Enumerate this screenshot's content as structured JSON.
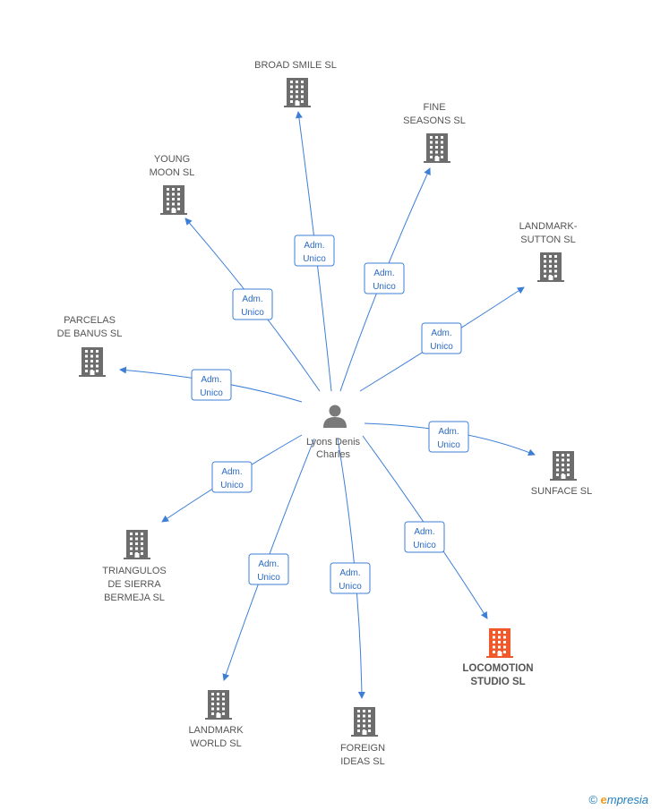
{
  "center": {
    "name_lines": [
      "Lyons Denis",
      "Charles"
    ],
    "icon": "person-icon"
  },
  "companies": [
    {
      "id": "broad-smile",
      "lines": [
        "BROAD SMILE SL"
      ],
      "role_lines": [
        "Adm.",
        "Unico"
      ],
      "highlight": false
    },
    {
      "id": "fine-seasons",
      "lines": [
        "FINE",
        "SEASONS SL"
      ],
      "role_lines": [
        "Adm.",
        "Unico"
      ],
      "highlight": false
    },
    {
      "id": "young-moon",
      "lines": [
        "YOUNG",
        "MOON SL"
      ],
      "role_lines": [
        "Adm.",
        "Unico"
      ],
      "highlight": false
    },
    {
      "id": "landmark-sutton",
      "lines": [
        "LANDMARK-",
        "SUTTON SL"
      ],
      "role_lines": [
        "Adm.",
        "Unico"
      ],
      "highlight": false
    },
    {
      "id": "parcelas-de-banus",
      "lines": [
        "PARCELAS",
        "DE BANUS SL"
      ],
      "role_lines": [
        "Adm.",
        "Unico"
      ],
      "highlight": false
    },
    {
      "id": "sunface",
      "lines": [
        "SUNFACE SL"
      ],
      "role_lines": [
        "Adm.",
        "Unico"
      ],
      "highlight": false
    },
    {
      "id": "triangulos",
      "lines": [
        "TRIANGULOS",
        "DE SIERRA",
        "BERMEJA SL"
      ],
      "role_lines": [
        "Adm.",
        "Unico"
      ],
      "highlight": false
    },
    {
      "id": "locomotion-studio",
      "lines": [
        "LOCOMOTION",
        "STUDIO SL"
      ],
      "role_lines": [
        "Adm.",
        "Unico"
      ],
      "highlight": true
    },
    {
      "id": "landmark-world",
      "lines": [
        "LANDMARK",
        "WORLD SL"
      ],
      "role_lines": [
        "Adm.",
        "Unico"
      ],
      "highlight": false
    },
    {
      "id": "foreign-ideas",
      "lines": [
        "FOREIGN",
        "IDEAS SL"
      ],
      "role_lines": [
        "Adm.",
        "Unico"
      ],
      "highlight": false
    }
  ],
  "colors": {
    "edge": "#3d7fd6",
    "building": "#6d6d6d",
    "building_highlight": "#f2592a",
    "person": "#7a7a7a"
  },
  "watermark": {
    "symbol": "©",
    "brand_initial": "e",
    "brand_rest": "mpresia"
  }
}
